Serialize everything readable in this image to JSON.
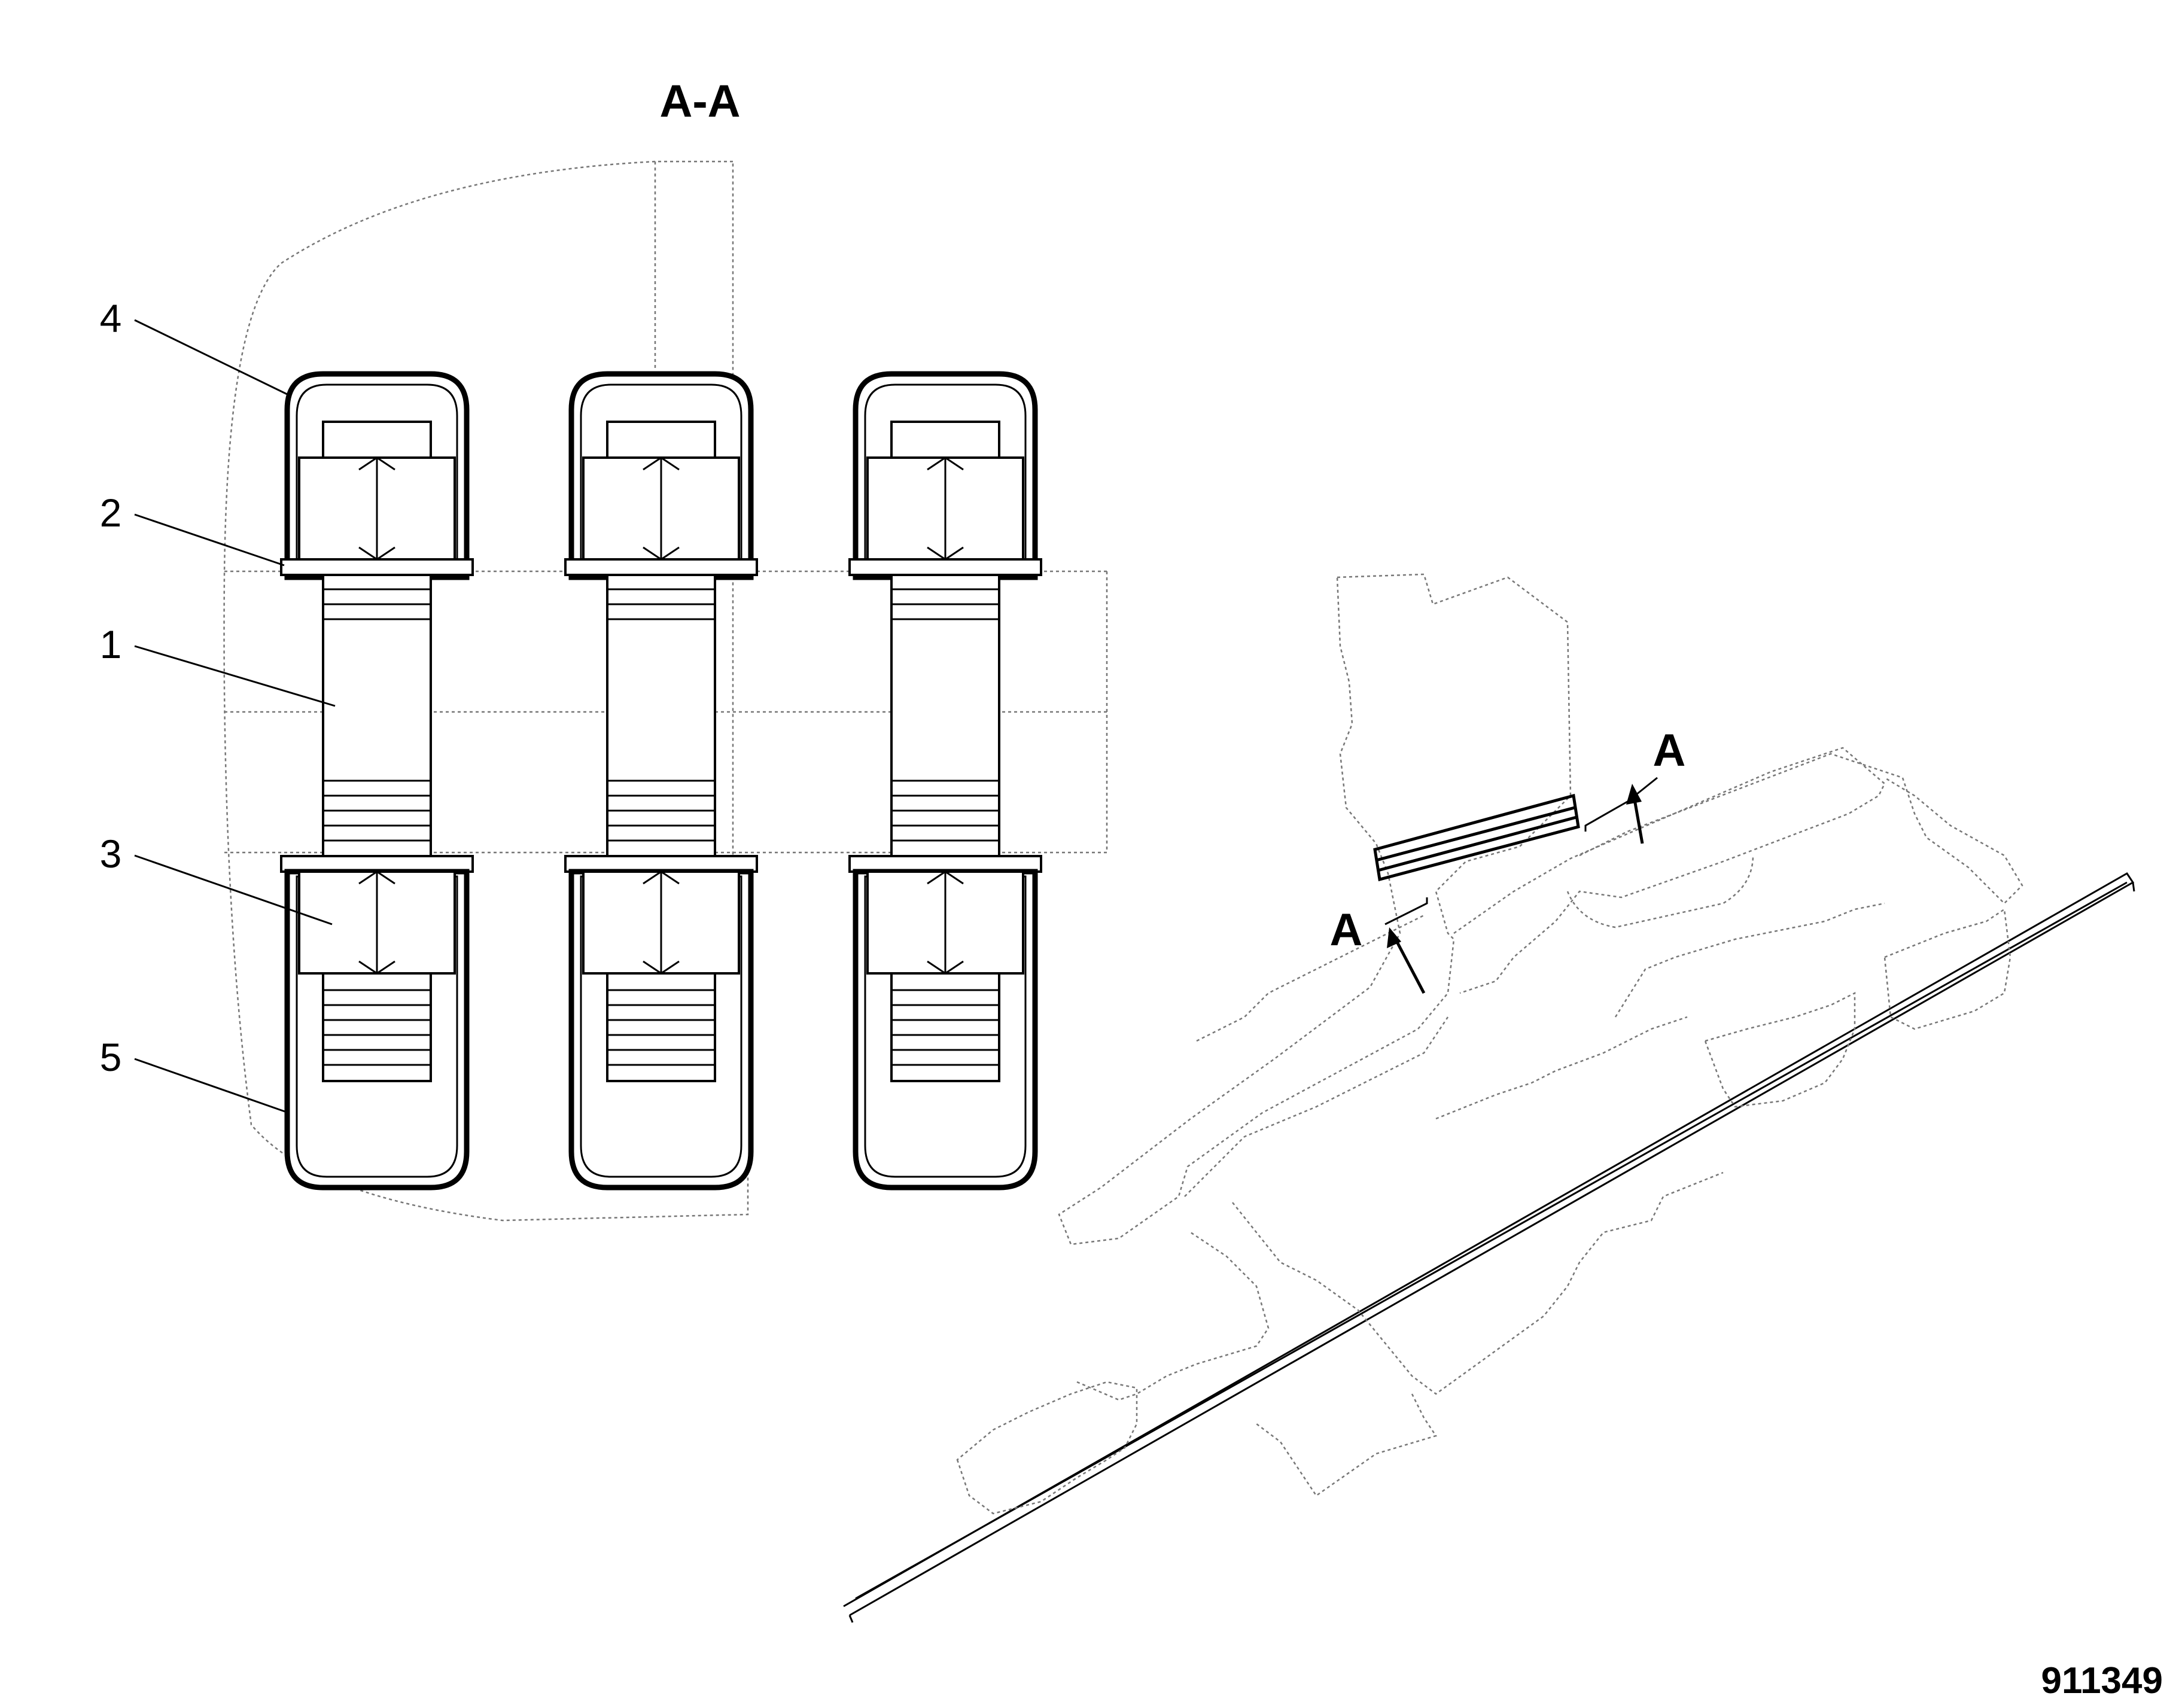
{
  "section_title": "A-A",
  "callouts": [
    {
      "number": "4"
    },
    {
      "number": "2"
    },
    {
      "number": "1"
    },
    {
      "number": "3"
    },
    {
      "number": "5"
    }
  ],
  "section_markers": [
    {
      "letter": "A"
    },
    {
      "letter": "A"
    }
  ],
  "figure_id": "911349"
}
